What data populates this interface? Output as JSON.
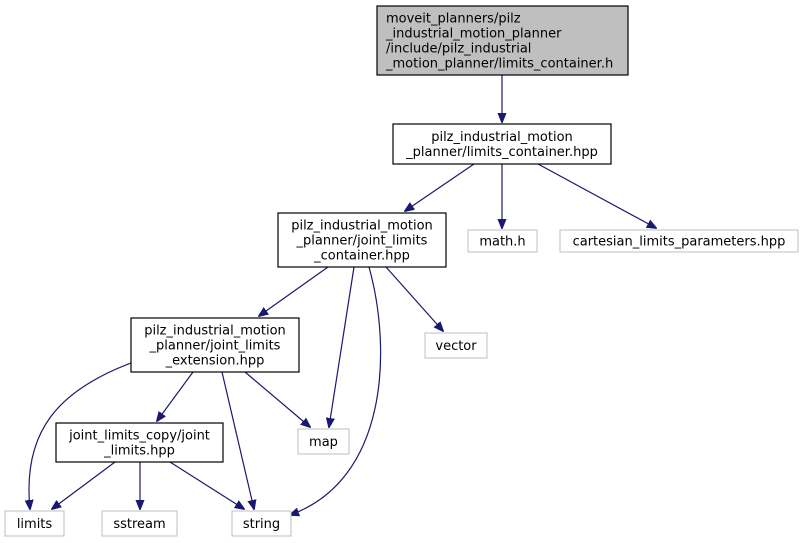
{
  "diagram": {
    "type": "include-dependency-graph",
    "colors": {
      "edge": "#191970",
      "root_fill": "#bfbfbf",
      "root_border": "#000000",
      "documented_border": "#000000",
      "external_border": "#bfbfbf",
      "node_fill": "#ffffff"
    },
    "nodes": [
      {
        "id": "root",
        "kind": "root",
        "lines": [
          "moveit_planners/pilz",
          "_industrial_motion_planner",
          "/include/pilz_industrial",
          "_motion_planner/limits_container.h"
        ]
      },
      {
        "id": "limits_container_hpp",
        "kind": "documented",
        "lines": [
          "pilz_industrial_motion",
          "_planner/limits_container.hpp"
        ]
      },
      {
        "id": "joint_limits_container_hpp",
        "kind": "documented",
        "lines": [
          "pilz_industrial_motion",
          "_planner/joint_limits",
          "_container.hpp"
        ]
      },
      {
        "id": "math_h",
        "kind": "external",
        "lines": [
          "math.h"
        ]
      },
      {
        "id": "cartesian_limits_parameters_hpp",
        "kind": "external",
        "lines": [
          "cartesian_limits_parameters.hpp"
        ]
      },
      {
        "id": "joint_limits_extension_hpp",
        "kind": "documented",
        "lines": [
          "pilz_industrial_motion",
          "_planner/joint_limits",
          "_extension.hpp"
        ]
      },
      {
        "id": "vector",
        "kind": "external",
        "lines": [
          "vector"
        ]
      },
      {
        "id": "map",
        "kind": "external",
        "lines": [
          "map"
        ]
      },
      {
        "id": "joint_limits_copy_hpp",
        "kind": "documented",
        "lines": [
          "joint_limits_copy/joint",
          "_limits.hpp"
        ]
      },
      {
        "id": "limits",
        "kind": "external",
        "lines": [
          "limits"
        ]
      },
      {
        "id": "sstream",
        "kind": "external",
        "lines": [
          "sstream"
        ]
      },
      {
        "id": "string",
        "kind": "external",
        "lines": [
          "string"
        ]
      }
    ],
    "edges": [
      {
        "from": "root",
        "to": "limits_container_hpp"
      },
      {
        "from": "limits_container_hpp",
        "to": "joint_limits_container_hpp"
      },
      {
        "from": "limits_container_hpp",
        "to": "math_h"
      },
      {
        "from": "limits_container_hpp",
        "to": "cartesian_limits_parameters_hpp"
      },
      {
        "from": "joint_limits_container_hpp",
        "to": "joint_limits_extension_hpp"
      },
      {
        "from": "joint_limits_container_hpp",
        "to": "map"
      },
      {
        "from": "joint_limits_container_hpp",
        "to": "vector"
      },
      {
        "from": "joint_limits_container_hpp",
        "to": "string"
      },
      {
        "from": "joint_limits_extension_hpp",
        "to": "joint_limits_copy_hpp"
      },
      {
        "from": "joint_limits_extension_hpp",
        "to": "limits"
      },
      {
        "from": "joint_limits_extension_hpp",
        "to": "map"
      },
      {
        "from": "joint_limits_extension_hpp",
        "to": "string"
      },
      {
        "from": "joint_limits_copy_hpp",
        "to": "limits"
      },
      {
        "from": "joint_limits_copy_hpp",
        "to": "sstream"
      },
      {
        "from": "joint_limits_copy_hpp",
        "to": "string"
      }
    ]
  }
}
